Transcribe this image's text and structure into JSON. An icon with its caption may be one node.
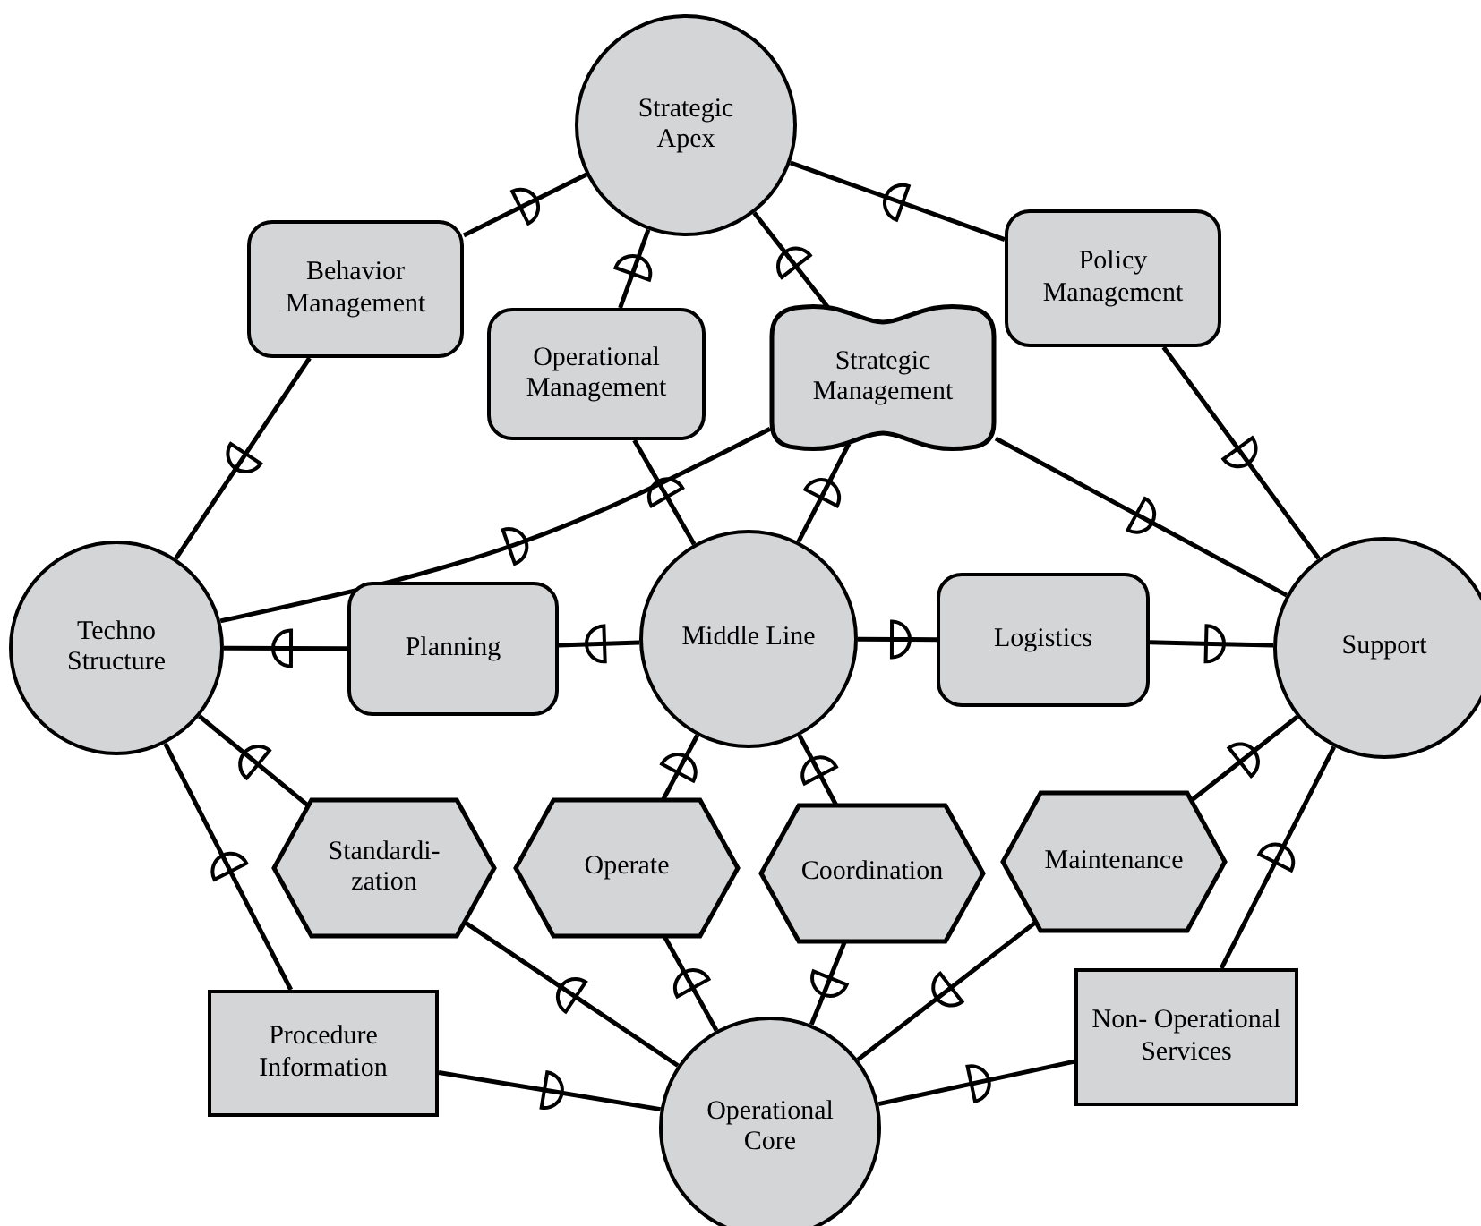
{
  "diagram": {
    "nodes": [
      {
        "text": [
          "Strategic Apex"
        ]
      },
      {
        "text": [
          "Behavior Management"
        ]
      },
      {
        "text": [
          "Policy Management"
        ]
      },
      {
        "text": [
          "Operational Management"
        ]
      },
      {
        "text": [
          "Strategic Management"
        ]
      },
      {
        "text": [
          "Techno Structure"
        ]
      },
      {
        "text": [
          "Planning"
        ]
      },
      {
        "text": [
          "Middle Line"
        ]
      },
      {
        "text": [
          "Logistics"
        ]
      },
      {
        "text": [
          "Support"
        ]
      },
      {
        "text": [
          "Standardi- zation"
        ]
      },
      {
        "text": [
          "Operate"
        ]
      },
      {
        "text": [
          "Coordination"
        ]
      },
      {
        "text": [
          "Maintenance"
        ]
      },
      {
        "text": [
          "Procedure Information"
        ]
      },
      {
        "text": [
          "Non- Operational Services"
        ]
      },
      {
        "text": [
          "Operational Core"
        ]
      }
    ],
    "edges": [
      {
        "from": 1,
        "to": 0,
        "arrow": "none"
      },
      {
        "from": 3,
        "to": 0,
        "arrow": "none"
      },
      {
        "from": 4,
        "to": 0,
        "arrow": "none"
      },
      {
        "from": 2,
        "to": 0,
        "arrow": "none"
      },
      {
        "from": 1,
        "to": 5,
        "arrow": "none"
      },
      {
        "from": 2,
        "to": 9,
        "arrow": "none"
      },
      {
        "from": 7,
        "to": 3,
        "arrow": "none"
      },
      {
        "from": 7,
        "to": 4,
        "arrow": "none"
      },
      {
        "from": 5,
        "to": 4,
        "arrow": "none"
      },
      {
        "from": 4,
        "to": 9,
        "arrow": "none"
      },
      {
        "from": 6,
        "to": 5,
        "arrow": "none"
      },
      {
        "from": 7,
        "to": 6,
        "arrow": "none"
      },
      {
        "from": 7,
        "to": 8,
        "arrow": "none"
      },
      {
        "from": 8,
        "to": 9,
        "arrow": "none"
      },
      {
        "from": 10,
        "to": 5,
        "arrow": "none"
      },
      {
        "from": 14,
        "to": 5,
        "arrow": "none"
      },
      {
        "from": 11,
        "to": 7,
        "arrow": "none"
      },
      {
        "from": 12,
        "to": 7,
        "arrow": "none"
      },
      {
        "from": 13,
        "to": 9,
        "arrow": "none"
      },
      {
        "from": 15,
        "to": 9,
        "arrow": "none"
      },
      {
        "from": 16,
        "to": 10,
        "arrow": "none"
      },
      {
        "from": 16,
        "to": 11,
        "arrow": "none"
      },
      {
        "from": 12,
        "to": 16,
        "arrow": "none"
      },
      {
        "from": 13,
        "to": 16,
        "arrow": "none"
      },
      {
        "from": 14,
        "to": 16,
        "arrow": "none"
      },
      {
        "from": 16,
        "to": 15,
        "arrow": "none"
      }
    ]
  }
}
